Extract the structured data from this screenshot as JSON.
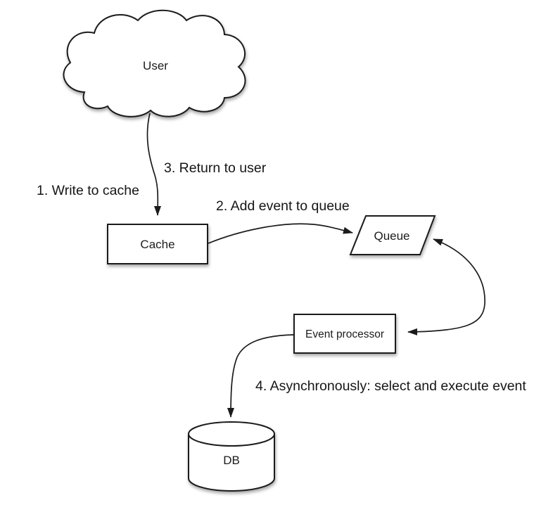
{
  "diagram": {
    "description": "Write-behind cache event flow diagram",
    "colors": {
      "background": "#ffffff",
      "shape_fill": "#ffffff",
      "stroke": "#1b1b1b",
      "text": "#161616"
    },
    "nodes": {
      "user": {
        "label": "User",
        "shape": "cloud"
      },
      "cache": {
        "label": "Cache",
        "shape": "rectangle"
      },
      "queue": {
        "label": "Queue",
        "shape": "parallelogram"
      },
      "event_processor": {
        "label": "Event processor",
        "shape": "rectangle"
      },
      "db": {
        "label": "DB",
        "shape": "cylinder"
      }
    },
    "edges": [
      {
        "from": "user",
        "to": "cache",
        "direction": "one-way",
        "labels": [
          "1. Write to cache",
          "3. Return to user"
        ]
      },
      {
        "from": "cache",
        "to": "queue",
        "direction": "one-way",
        "labels": [
          "2. Add event to queue"
        ]
      },
      {
        "from": "queue",
        "to": "event_processor",
        "direction": "two-way",
        "labels": []
      },
      {
        "from": "event_processor",
        "to": "db",
        "direction": "one-way",
        "labels": [
          "4. Asynchronously: select and execute event"
        ]
      }
    ]
  }
}
